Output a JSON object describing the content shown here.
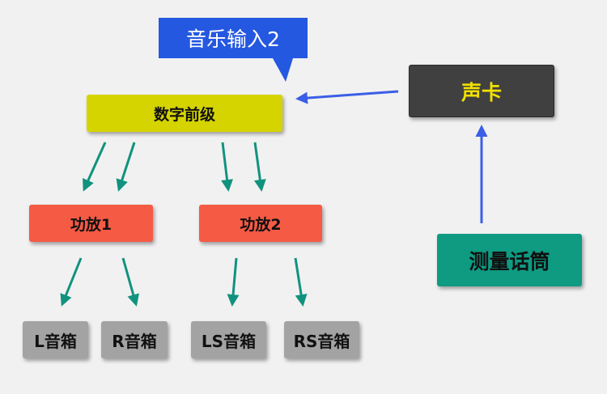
{
  "colors": {
    "background": "#f1f1f1",
    "digital_preamp": "#d6d400",
    "amp": "#f55a45",
    "speaker": "#a3a3a3",
    "sound_card": "#404040",
    "sound_card_text": "#f0e000",
    "mic": "#0f9a82",
    "callout": "#2558e0",
    "teal_arrow": "#11927e",
    "blue_arrow": "#3b5ee6"
  },
  "nodes": {
    "callout": "音乐输入2",
    "digital_preamp": "数字前级",
    "amp1": "功放1",
    "amp2": "功放2",
    "speaker_l": "L音箱",
    "speaker_r": "R音箱",
    "speaker_ls": "LS音箱",
    "speaker_rs": "RS音箱",
    "sound_card": "声卡",
    "measurement_mic": "测量话筒"
  }
}
